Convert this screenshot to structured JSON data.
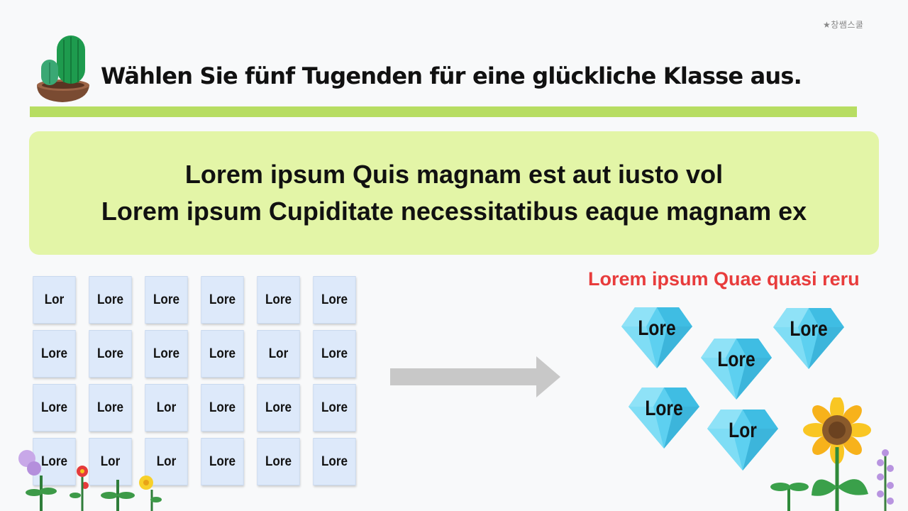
{
  "header": {
    "logo_text": "★창쌤스쿨",
    "title": "Wählen Sie fünf Tugenden für eine glückliche Klasse aus."
  },
  "banner": {
    "line1": "Lorem ipsum Quis magnam est aut iusto vol",
    "line2": "Lorem ipsum Cupiditate necessitatibus eaque magnam ex"
  },
  "cards": [
    "Lor",
    "Lore",
    "Lore",
    "Lore",
    "Lore",
    "Lore",
    "Lore",
    "Lore",
    "Lore",
    "Lore",
    "Lor",
    "Lore",
    "Lore",
    "Lore",
    "Lor",
    "Lore",
    "Lore",
    "Lore",
    "Lore",
    "Lor",
    "Lor",
    "Lore",
    "Lore",
    "Lore"
  ],
  "selection": {
    "label": "Lorem ipsum Quae quasi reru",
    "gems": [
      "Lore",
      "Lore",
      "Lore",
      "Lore",
      "Lor"
    ]
  },
  "colors": {
    "accent_bar": "#b7dd62",
    "banner_bg": "#e3f5a7",
    "card_bg": "#dde9fa",
    "label_red": "#e83c3c",
    "gem": "#5dd0f0"
  }
}
